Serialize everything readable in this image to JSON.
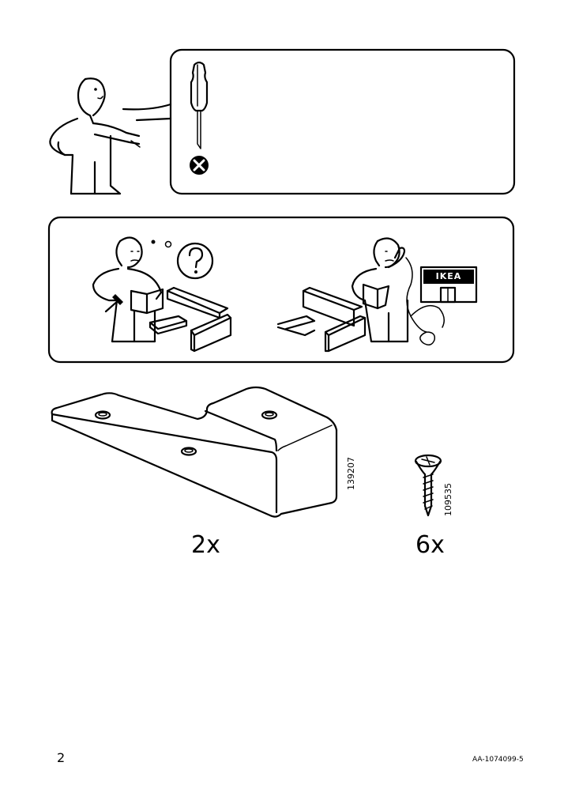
{
  "page": {
    "number": "2",
    "doc_id": "AA-1074099-5"
  },
  "brand": {
    "store_sign": "IKEA"
  },
  "icons": {
    "tool": "screwdriver-icon",
    "prohibition": "not-allowed-icon",
    "question": "question-mark-icon"
  },
  "parts": [
    {
      "part_number": "139207",
      "quantity": "2x",
      "name_icon": "bracket-icon"
    },
    {
      "part_number": "109535",
      "quantity": "6x",
      "name_icon": "screw-icon"
    }
  ]
}
